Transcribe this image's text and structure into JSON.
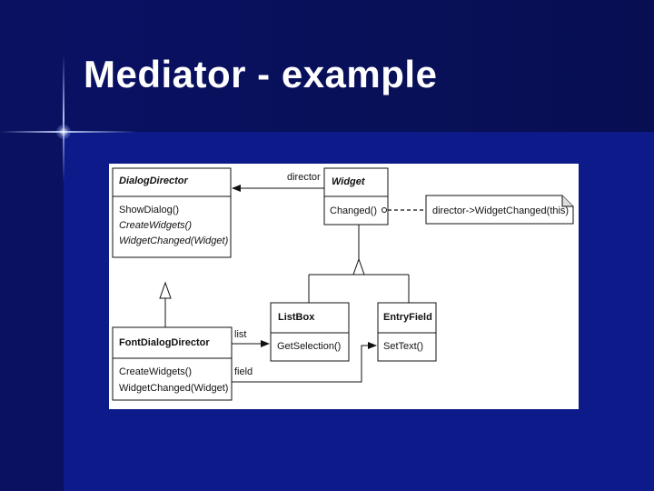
{
  "slide": {
    "title": "Mediator - example"
  },
  "diagram": {
    "classes": {
      "dialog_director": {
        "name": "DialogDirector",
        "ops": [
          "ShowDialog()",
          "CreateWidgets()",
          "WidgetChanged(Widget)"
        ]
      },
      "widget": {
        "name": "Widget",
        "ops": [
          "Changed()"
        ]
      },
      "font_dialog_director": {
        "name": "FontDialogDirector",
        "ops": [
          "CreateWidgets()",
          "WidgetChanged(Widget)"
        ]
      },
      "list_box": {
        "name": "ListBox",
        "ops": [
          "GetSelection()"
        ]
      },
      "entry_field": {
        "name": "EntryField",
        "ops": [
          "SetText()"
        ]
      }
    },
    "associations": {
      "director": "director",
      "list": "list",
      "field": "field"
    },
    "note": "director->WidgetChanged(this)"
  }
}
